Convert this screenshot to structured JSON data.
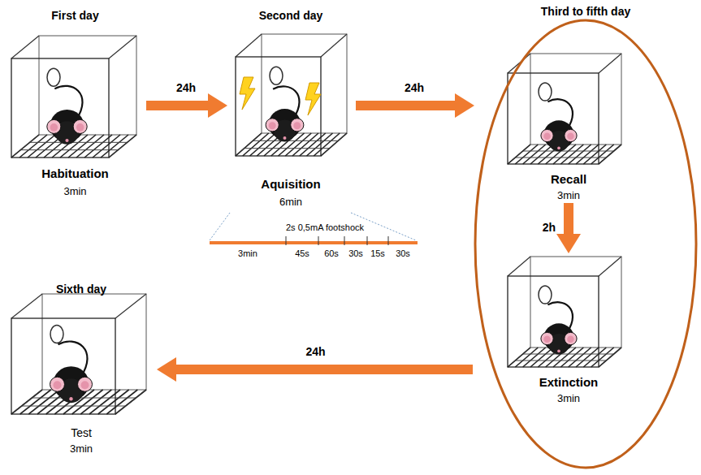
{
  "diagram": {
    "nodes": [
      {
        "text": [
          "First day",
          "Habituation",
          "3min"
        ]
      },
      {
        "text": [
          "Second day",
          "Aquisition",
          "6min"
        ]
      },
      {
        "text": [
          "Third to fifth day"
        ]
      },
      {
        "text": [
          "Recall",
          "3min"
        ],
        "in": 2
      },
      {
        "text": [
          "Extinction",
          "3min"
        ],
        "in": 2
      },
      {
        "text": [
          "Sixth day",
          "Test",
          "3min"
        ]
      }
    ],
    "edges": [
      {
        "from": 0,
        "to": 1,
        "label": "24h",
        "arrow": "to"
      },
      {
        "from": 1,
        "to": 2,
        "label": "24h",
        "arrow": "to"
      },
      {
        "from": 3,
        "to": 4,
        "label": "2h",
        "arrow": "to"
      },
      {
        "from": 2,
        "to": 5,
        "label": "24h",
        "arrow": "to"
      }
    ],
    "labels": [
      "2s 0,5mA footshock",
      "3min",
      "45s",
      "60s",
      "30s",
      "15s",
      "30s"
    ]
  }
}
